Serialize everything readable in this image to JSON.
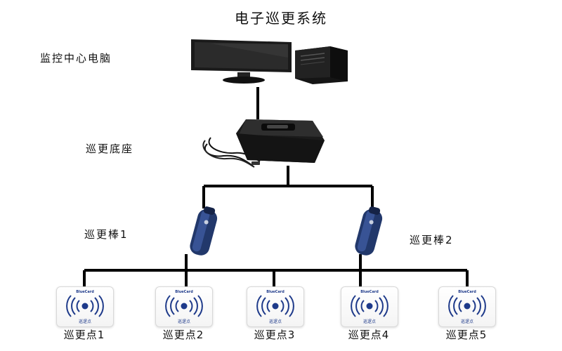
{
  "title": "电子巡更系统",
  "labels": {
    "computer": "监控中心电脑",
    "base": "巡更底座",
    "wand1": "巡更棒1",
    "wand2": "巡更棒2"
  },
  "card": {
    "brand": "BlueCard",
    "text": "巡逻点"
  },
  "checkpoints": [
    "巡更点1",
    "巡更点2",
    "巡更点3",
    "巡更点4",
    "巡更点5"
  ]
}
